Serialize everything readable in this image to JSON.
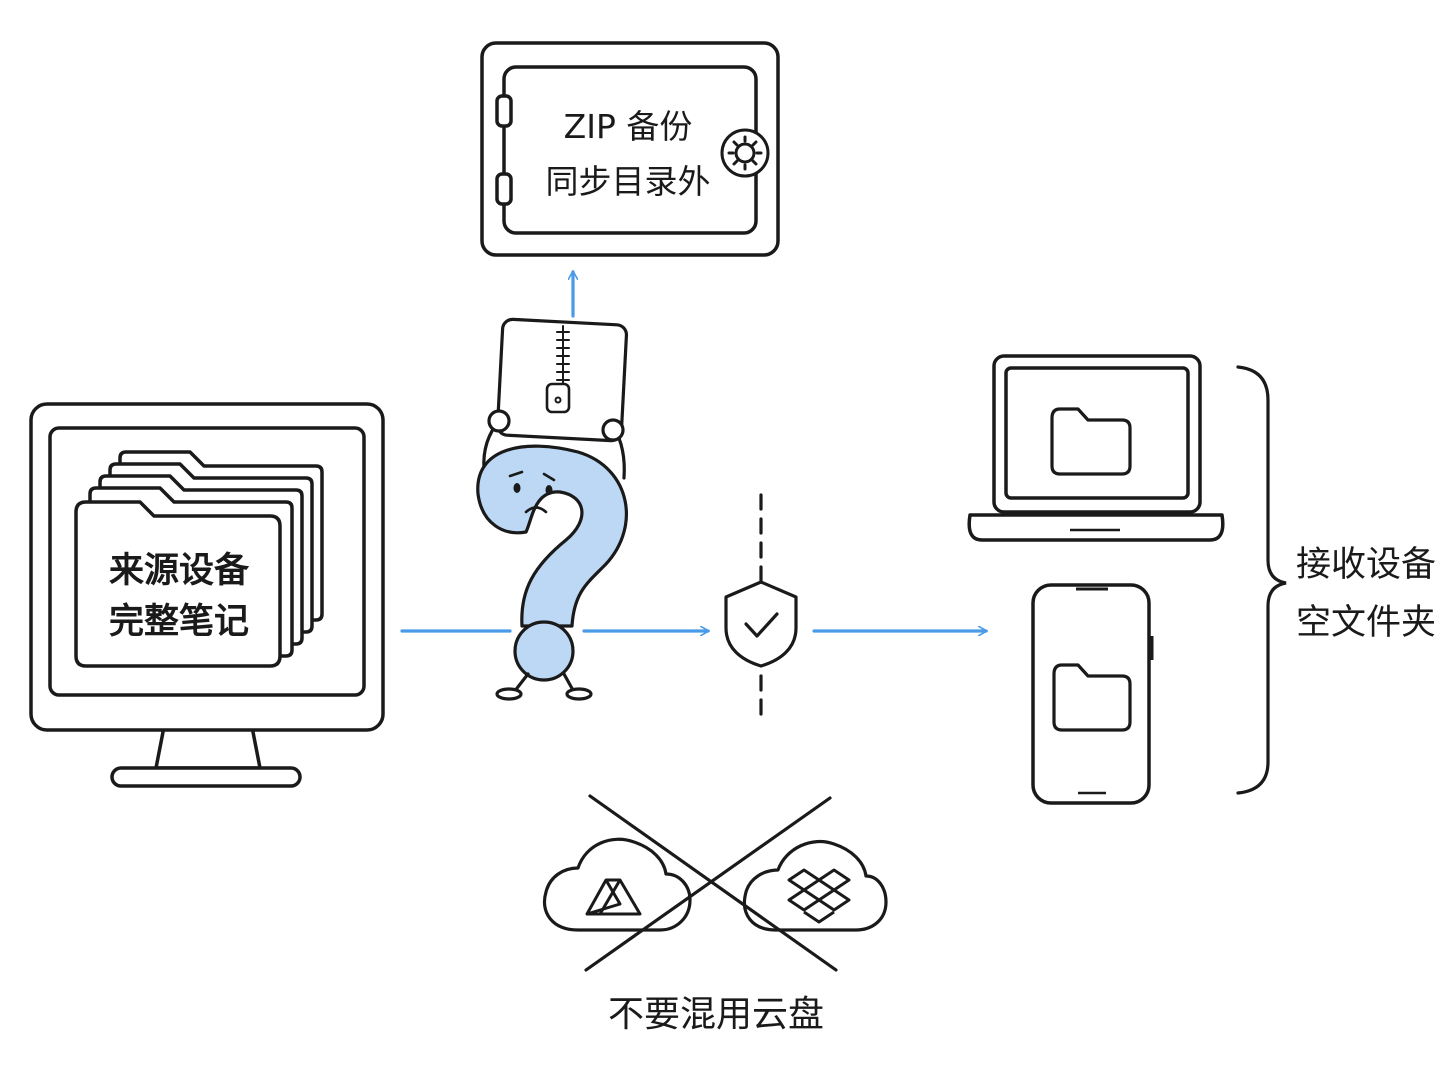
{
  "source": {
    "line1": "来源设备",
    "line2": "完整笔记"
  },
  "backup": {
    "line1": "ZIP 备份",
    "line2": "同步目录外"
  },
  "receiver": {
    "line1": "接收设备",
    "line2": "空文件夹"
  },
  "warning": {
    "label": "不要混用云盘"
  },
  "colors": {
    "stroke": "#1a1a1a",
    "arrow": "#4a9ae8",
    "mascot_fill": "#bcd8f4",
    "background": "#ffffff"
  },
  "icons": [
    "desktop-monitor-icon",
    "folder-stack-icon",
    "safe-icon",
    "gear-icon",
    "zip-file-icon",
    "question-mark-mascot",
    "shield-check-icon",
    "laptop-icon",
    "smartphone-icon",
    "folder-icon",
    "brace-icon",
    "google-drive-cloud-icon",
    "dropbox-cloud-icon",
    "cross-out-icon"
  ]
}
